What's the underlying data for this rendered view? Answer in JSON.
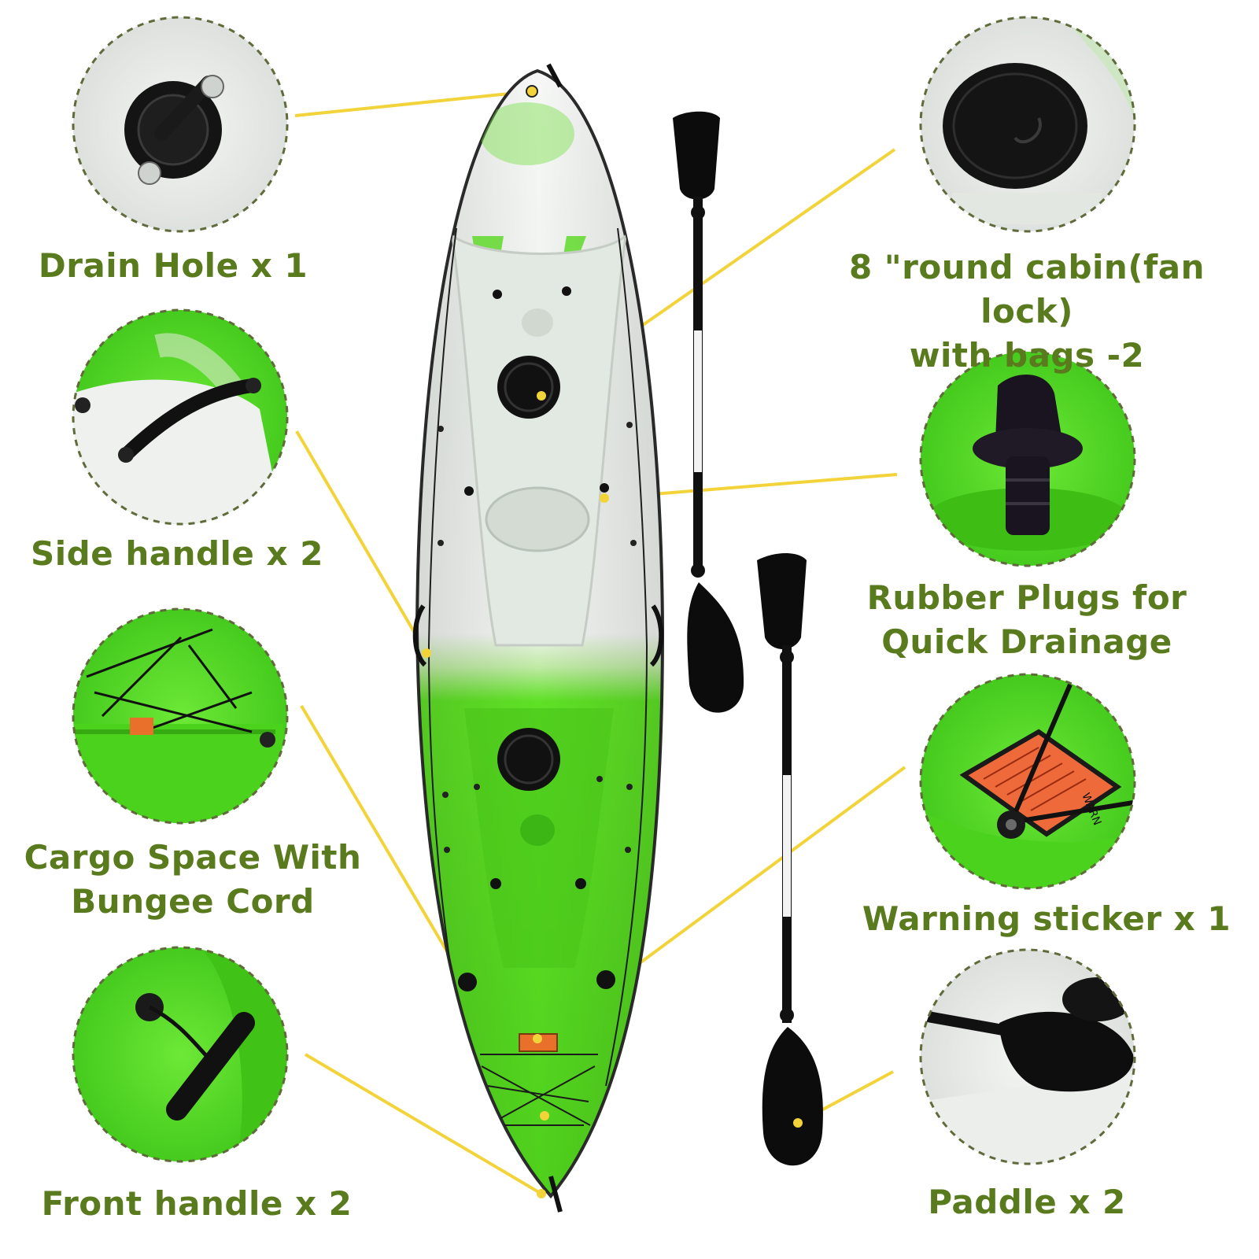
{
  "colors": {
    "label_text": "#5a7a1e",
    "leader_line": "#f2d43a",
    "circle_border": "#5f6b3a",
    "kayak_green": "#56e021",
    "kayak_white": "#f4f6f4",
    "paddle_black": "#0c0c0c"
  },
  "callouts": [
    {
      "id": "drain-hole",
      "lines": [
        "Drain Hole x 1"
      ],
      "icon": "drain-plug-icon"
    },
    {
      "id": "side-handle",
      "lines": [
        "Side handle x 2"
      ],
      "icon": "side-handle-icon"
    },
    {
      "id": "cargo-space",
      "lines": [
        "Cargo Space With",
        "Bungee Cord"
      ],
      "icon": "bungee-cord-icon"
    },
    {
      "id": "front-handle",
      "lines": [
        "Front handle x 2"
      ],
      "icon": "front-handle-icon"
    },
    {
      "id": "round-cabin",
      "lines": [
        "8 \"round cabin(fan lock)",
        "with bags -2"
      ],
      "icon": "hatch-cover-icon"
    },
    {
      "id": "rubber-plugs",
      "lines": [
        "Rubber Plugs for",
        "Quick Drainage"
      ],
      "icon": "rubber-plug-icon"
    },
    {
      "id": "warning-sticker",
      "lines": [
        "Warning sticker x 1"
      ],
      "icon": "warning-sticker-icon",
      "sticker_text": "WARN"
    },
    {
      "id": "paddle",
      "lines": [
        "Paddle x 2"
      ],
      "icon": "paddle-icon"
    }
  ]
}
